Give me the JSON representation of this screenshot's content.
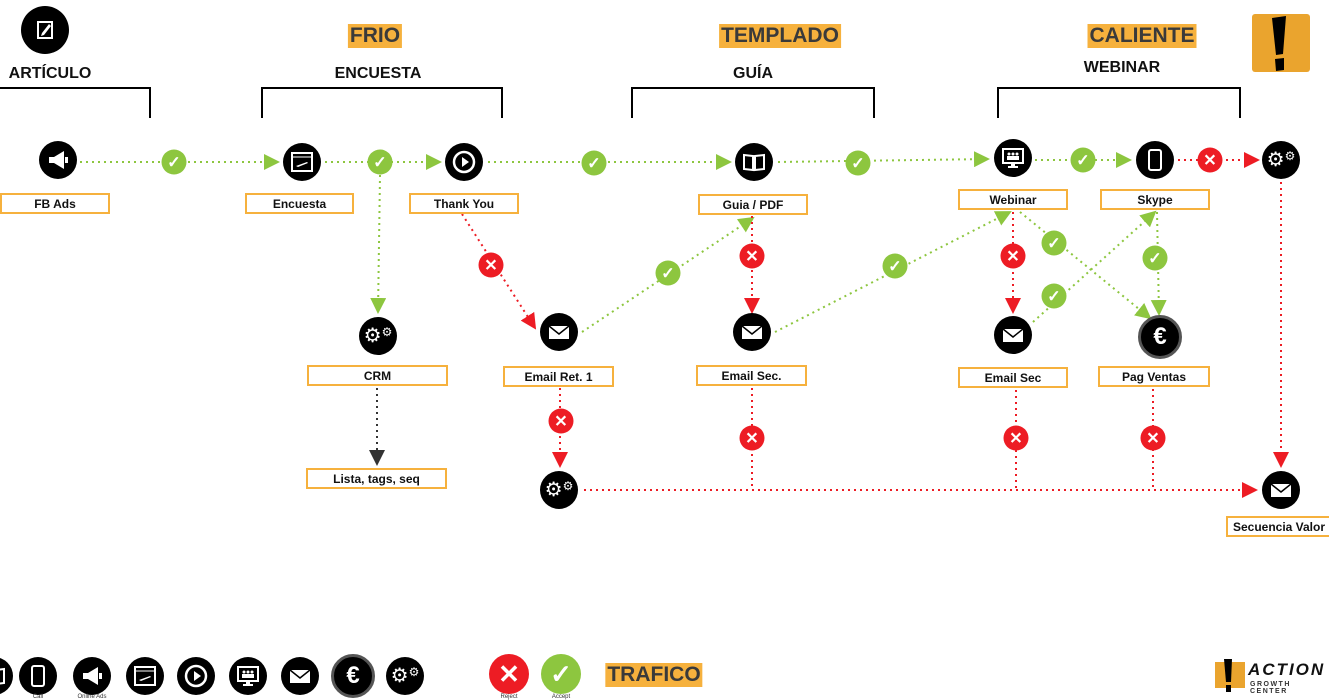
{
  "colors": {
    "accent": "#f6b13d",
    "accept": "#8dc63f",
    "reject": "#ed1c24"
  },
  "headers": {
    "frio": "FRIO",
    "templado": "TEMPLADO",
    "caliente": "CALIENTE",
    "articulo": "ARTÍCULO",
    "encuesta": "ENCUESTA",
    "guia": "GUÍA",
    "webinar": "WEBINAR",
    "trafico": "TRAFICO"
  },
  "nodes": {
    "fb_ads": {
      "label": "FB Ads",
      "icon": "megaphone-icon"
    },
    "encuesta": {
      "label": "Encuesta",
      "icon": "landing-page-icon"
    },
    "thank_you": {
      "label": "Thank You",
      "icon": "play-icon"
    },
    "guia_pdf": {
      "label": "Guia / PDF",
      "icon": "book-icon"
    },
    "webinar": {
      "label": "Webinar",
      "icon": "webinar-icon"
    },
    "skype": {
      "label": "Skype",
      "icon": "phone-icon"
    },
    "crm": {
      "label": "CRM",
      "icon": "gears-icon"
    },
    "lista": {
      "label": "Lista, tags, seq"
    },
    "email_ret1": {
      "label": "Email Ret. 1",
      "icon": "email-icon"
    },
    "email_sec": {
      "label": "Email Sec.",
      "icon": "email-icon"
    },
    "email_sec2": {
      "label": "Email Sec",
      "icon": "email-icon"
    },
    "pag_ventas": {
      "label": "Pag Ventas",
      "icon": "euro-icon"
    },
    "secuencia": {
      "label": "Secuencia Valor",
      "icon": "email-icon"
    }
  },
  "legend": {
    "call": "Call",
    "online_ads": "Online Ads",
    "reject": "Reject",
    "accept": "Accept"
  },
  "logo": {
    "text": "ACTION",
    "sub": "GROWTH CENTER"
  }
}
